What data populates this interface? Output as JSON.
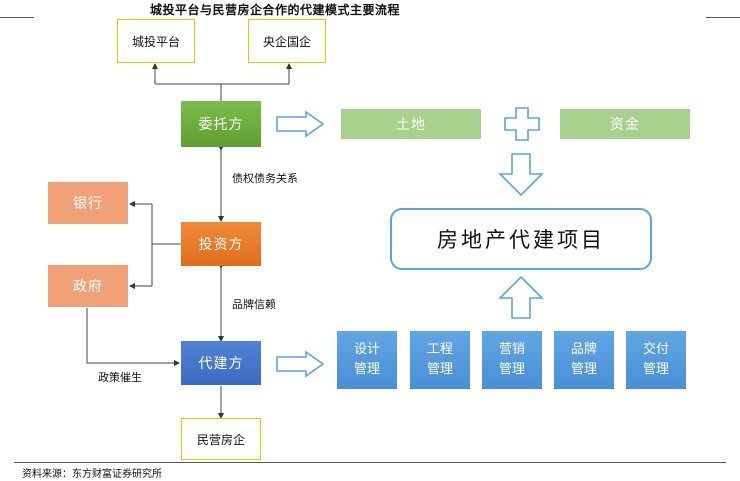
{
  "title": "城投平台与民营房企合作的代建模式主要流程",
  "nodes": {
    "chengtou": "城投平台",
    "yangqi": "央企国企",
    "weituo": "委托方",
    "tudi": "土地",
    "zijin": "资金",
    "yinhang": "银行",
    "touzi": "投资方",
    "zhengfu": "政府",
    "daijian": "代建方",
    "minying": "民营房企",
    "project": "房地产代建项目"
  },
  "services": [
    {
      "line1": "设计",
      "line2": "管理"
    },
    {
      "line1": "工程",
      "line2": "管理"
    },
    {
      "line1": "营销",
      "line2": "管理"
    },
    {
      "line1": "品牌",
      "line2": "管理"
    },
    {
      "line1": "交付",
      "line2": "管理"
    }
  ],
  "edge_labels": {
    "debt": "债权债务关系",
    "brand": "品牌信赖",
    "policy": "政策催生"
  },
  "source": "资料来源：东方财富证券研究所",
  "colors": {
    "green": "#6aa83b",
    "orange": "#e8772a",
    "salmon": "#f1a178",
    "blue": "#4474cb",
    "light_green": "#a9d18e",
    "service_blue": "#5299de",
    "project_border": "#5aa3e6",
    "yellow_border": "#f0c400",
    "outline_arrow": "#5aa3e6"
  }
}
